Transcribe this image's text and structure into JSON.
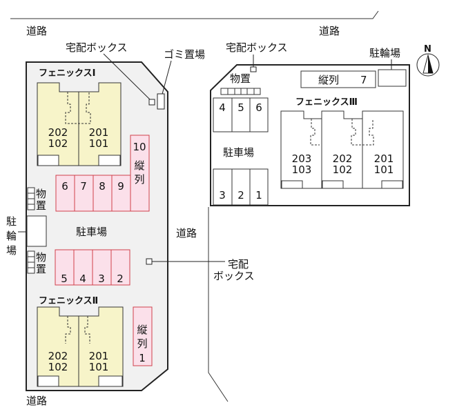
{
  "roads": {
    "top_left": "道路",
    "top_right": "道路",
    "middle": "道路",
    "bottom_left": "道路"
  },
  "labels": {
    "delivery_box_1": "宅配ボックス",
    "garbage": "ゴミ置場",
    "delivery_box_3": "宅配ボックス",
    "bicycle_3": "駐輪場",
    "delivery_box_2_line1": "宅配",
    "delivery_box_2_line2": "ボックス",
    "bicycle_left": [
      "駐",
      "輪",
      "場"
    ],
    "storage": [
      "物",
      "置"
    ],
    "storage_3": "物置",
    "parking": "駐車場",
    "parking_3": "駐車場",
    "north": "N"
  },
  "buildings": {
    "b1": {
      "title": "フェニックスⅠ",
      "units": [
        [
          "202",
          "102"
        ],
        [
          "201",
          "101"
        ]
      ]
    },
    "b2": {
      "title": "フェニックスⅡ",
      "units": [
        [
          "202",
          "102"
        ],
        [
          "201",
          "101"
        ]
      ]
    },
    "b3": {
      "title": "フェニックスⅢ",
      "units": [
        [
          "203",
          "103"
        ],
        [
          "202",
          "102"
        ],
        [
          "201",
          "101"
        ]
      ]
    }
  },
  "parking_lot1": {
    "row_top": [
      "6",
      "7",
      "8",
      "9"
    ],
    "tandem_10": {
      "num": "10",
      "label": [
        "縦",
        "列"
      ]
    },
    "row_bottom": [
      "5",
      "4",
      "3",
      "2"
    ],
    "tandem_1": {
      "num": "1",
      "label": [
        "縦",
        "列"
      ]
    }
  },
  "parking_lot3": {
    "row_top": [
      "4",
      "5",
      "6"
    ],
    "row_bottom": [
      "3",
      "2",
      "1"
    ],
    "tandem": {
      "label": "縦列",
      "num": "7"
    }
  },
  "colors": {
    "building": "#f7f4c9",
    "parking": "#fbe0ea",
    "parking_border": "#d0404a",
    "lot": "#f1f1f1"
  }
}
